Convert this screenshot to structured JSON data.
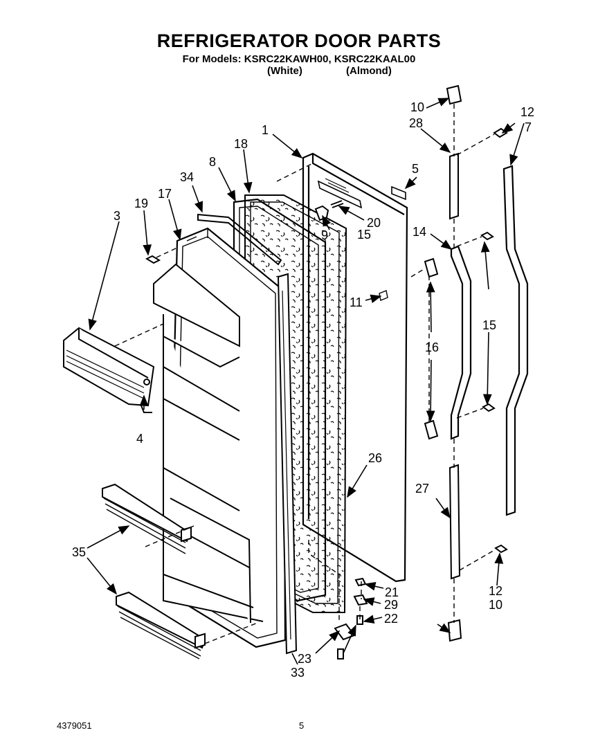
{
  "header": {
    "title": "REFRIGERATOR DOOR PARTS",
    "models_line": "For Models: KSRC22KAWH00, KSRC22KAAL00",
    "color_white": "(White)",
    "color_almond": "(Almond)"
  },
  "callouts": {
    "c1": "1",
    "c3": "3",
    "c4": "4",
    "c5": "5",
    "c7": "7",
    "c8": "8",
    "c9": "9",
    "c10a": "10",
    "c10b": "10",
    "c11": "11",
    "c12a": "12",
    "c12b": "12",
    "c14": "14",
    "c15a": "15",
    "c15b": "15",
    "c16": "16",
    "c17": "17",
    "c18": "18",
    "c19": "19",
    "c20": "20",
    "c21": "21",
    "c22": "22",
    "c23": "23",
    "c26": "26",
    "c27": "27",
    "c28": "28",
    "c29": "29",
    "c33": "33",
    "c34": "34",
    "c35": "35"
  },
  "footer": {
    "doc_number": "4379051",
    "page_number": "5"
  }
}
